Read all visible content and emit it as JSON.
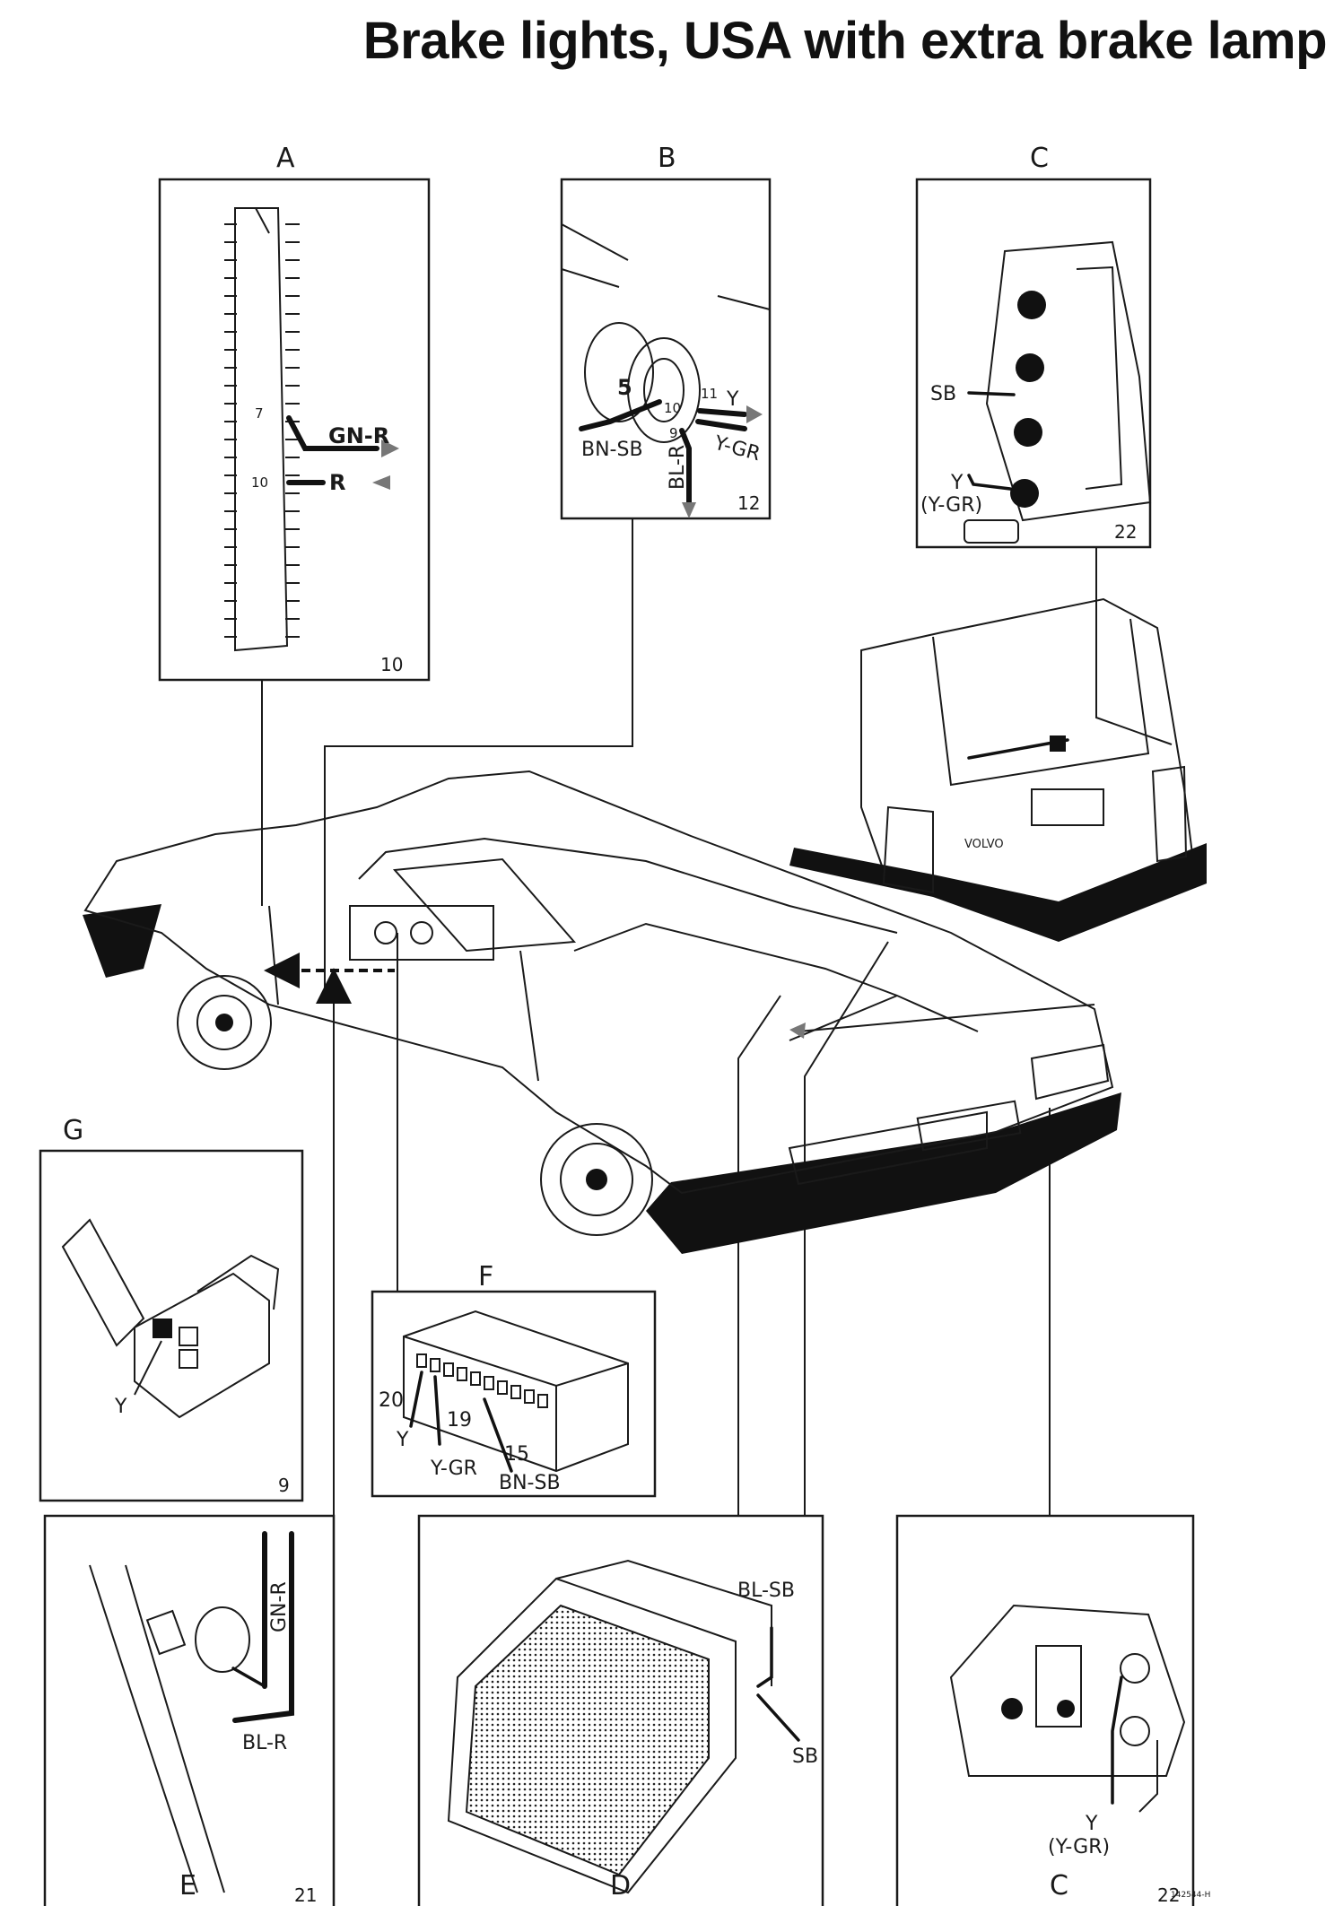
{
  "title": "Brake lights, USA with extra brake lamp",
  "panels": {
    "A": {
      "letter": "A",
      "number": "10",
      "pin_top": "7",
      "pin_bottom": "10",
      "wire_top": "GN-R",
      "wire_bottom": "R"
    },
    "B": {
      "letter": "B",
      "number": "12",
      "pin_5": "5",
      "pin_9": "9",
      "pin_10": "10",
      "pin_11": "11",
      "wire_y": "Y",
      "wire_ygr": "Y-GR",
      "wire_bnsb": "BN-SB",
      "wire_blr": "BL-R"
    },
    "C_top": {
      "letter": "C",
      "number": "22",
      "wire_sb": "SB",
      "wire_y": "Y",
      "wire_ygr": "(Y-GR)"
    },
    "G": {
      "letter": "G",
      "number": "9",
      "wire_y": "Y"
    },
    "F": {
      "letter": "F",
      "pin_20": "20",
      "pin_19": "19",
      "pin_15": "15",
      "wire_y": "Y",
      "wire_ygr": "Y-GR",
      "wire_bnsb": "BN-SB"
    },
    "E": {
      "letter": "E",
      "number": "21",
      "wire_gnr": "GN-R",
      "wire_blr": "BL-R"
    },
    "D": {
      "letter": "D",
      "wire_blsb": "BL-SB",
      "wire_sb": "SB"
    },
    "C_bottom": {
      "letter": "C",
      "number": "22",
      "wire_y": "Y",
      "wire_ygr": "(Y-GR)"
    }
  },
  "car_badge": "VOLVO",
  "figure_ref": "142544-H"
}
